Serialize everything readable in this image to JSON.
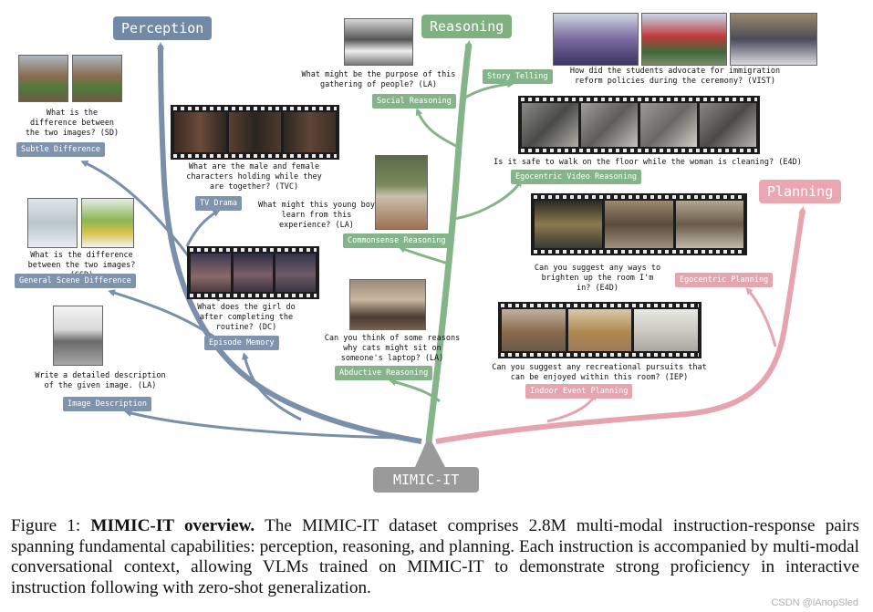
{
  "root": "MIMIC-IT",
  "categories": {
    "perception": "Perception",
    "reasoning": "Reasoning",
    "planning": "Planning"
  },
  "tasks": {
    "subtle_difference": "Subtle Difference",
    "tv_drama": "TV Drama",
    "general_scene_difference": "General Scene Difference",
    "episode_memory": "Episode Memory",
    "image_description": "Image Description",
    "story_telling": "Story Telling",
    "social_reasoning": "Social Reasoning",
    "egocentric_video_reasoning": "Egocentric Video Reasoning",
    "commonsense_reasoning": "Commonsense Reasoning",
    "abductive_reasoning": "Abductive Reasoning",
    "egocentric_planning": "Egocentric Planning",
    "indoor_event_planning": "Indoor Event Planning"
  },
  "questions": {
    "sd": "What is the\ndifference between\nthe two images? (SD)",
    "tvc": "What are the male and female\ncharacters holding while they\nare together? (TVC)",
    "gsd": "What is the difference\nbetween the two images? (GSD)",
    "dc": "What does the girl do\nafter completing the\nroutine? (DC)",
    "la_desc": "Write a detailed description\nof the given image. (LA)",
    "la_gathering": "What might be the purpose of this\ngathering of people? (LA)",
    "vist": "How did the students advocate for immigration\nreform policies during the ceremony? (VIST)",
    "e4d_floor": "Is it safe to walk on the floor while the woman is cleaning? (E4D)",
    "la_boy": "What might this young boy\nlearn from this\nexperience? (LA)",
    "la_cats": "Can you think of some reasons\nwhy cats might sit on\nsomeone's laptop? (LA)",
    "e4d_room": "Can you suggest any ways to\nbrighten up the room I'm in? (E4D)",
    "iep": "Can you suggest any recreational pursuits that\ncan be enjoyed within this room? (IEP)"
  },
  "colors": {
    "perception": "#7189a5",
    "reasoning": "#7fb07f",
    "planning": "#eaa6b1",
    "root": "#9a9a9a"
  },
  "caption": {
    "label": "Figure 1:",
    "bold": "MIMIC-IT overview.",
    "text": "The MIMIC-IT dataset comprises 2.8M multi-modal instruction-response pairs spanning fundamental capabilities: perception, reasoning, and planning. Each instruction is accompanied by multi-modal conversational context, allowing VLMs trained on MIMIC-IT to demonstrate strong proficiency in interactive instruction following with zero-shot generalization."
  },
  "watermark": "CSDN @lAnopSled"
}
